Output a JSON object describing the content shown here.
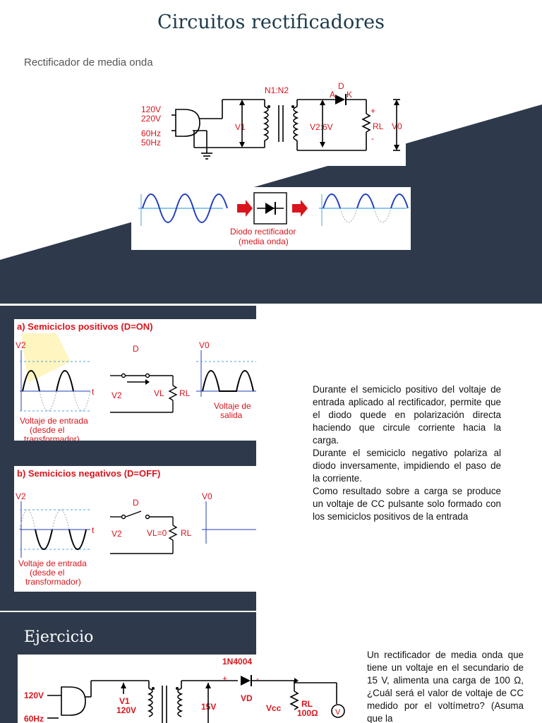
{
  "slide1": {
    "title": "Circuitos rectificadores",
    "subtitle": "Rectificador de media onda",
    "circuit": {
      "ratio": "N1:N2",
      "input_labels": [
        "120V",
        "220V",
        "60Hz",
        "50Hz"
      ],
      "v1": "V1",
      "v2": "V2:6V",
      "diode_a": "A",
      "diode_d": "D",
      "diode_k": "K",
      "rl": "RL",
      "vo": "V0",
      "plus": "+",
      "minus": "-"
    },
    "waveform": {
      "label_line1": "Diodo rectificador",
      "label_line2": "(media onda)"
    }
  },
  "slide2": {
    "pos": {
      "heading": "a) Semiciclos positivos (D=ON)",
      "v2": "V2",
      "t": "t",
      "d": "D",
      "vl": "VL",
      "rl": "RL",
      "vo": "V0",
      "in_label": [
        "Voltaje de entrada",
        "(desde el",
        "transformador)"
      ],
      "out_label": [
        "Voltaje de",
        "salida"
      ]
    },
    "neg": {
      "heading": "b) Semicicios negativos (D=OFF)",
      "v2": "V2",
      "t": "t",
      "d": "D",
      "vl": "VL=0",
      "rl": "RL",
      "vo": "V0",
      "in_label": [
        "Voltaje de entrada",
        "(desde el",
        "transformador)"
      ]
    },
    "paragraphs": [
      "Durante el semiciclo positivo del voltaje de entrada aplicado al rectificador, permite que el diodo quede en polarización directa haciendo que circule corriente hacia la carga.",
      "Durante el semiciclo negativo polariza al diodo inversamente, impidiendo el paso de la corriente.",
      "Como resultado sobre a carga se produce un voltaje de CC pulsante solo formado con los semiciclos positivos de la entrada"
    ]
  },
  "slide3": {
    "title": "Ejercicio",
    "circuit": {
      "diode_model": "1N4004",
      "in1": "120V",
      "in2": "60Hz",
      "v1": "V1",
      "v1_val": "120V",
      "v2": "15V",
      "vd": "VD",
      "vcc": "Vcc",
      "rl": "RL",
      "rl_val": "100Ω",
      "meter": "V"
    },
    "paragraph": "Un rectificador de media onda que tiene un voltaje en el secundario de 15 V, alimenta una carga de 100 Ω, ¿Cuál será el valor de voltaje de CC medido por el voltímetro? (Asuma que la"
  },
  "colors": {
    "dark": "#2e3a4b",
    "title": "#1d3a4a",
    "red": "#d8151c",
    "blue": "#1f3fbf"
  }
}
